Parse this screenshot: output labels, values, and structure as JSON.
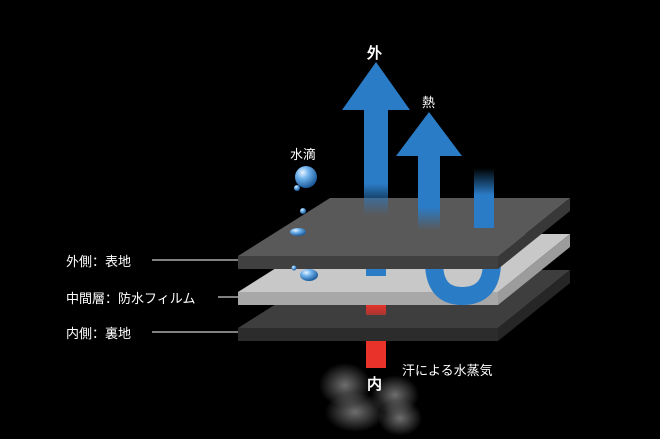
{
  "labels": {
    "outside": "外",
    "inside": "内",
    "heat": "熱",
    "water_droplet": "水滴",
    "sweat_vapor": "汗による水蒸気"
  },
  "layers": [
    {
      "label": "外側：表地",
      "color": "#595959"
    },
    {
      "label": "中間層：防水フィルム",
      "color": "#c8c8c8"
    },
    {
      "label": "内側：裏地",
      "color": "#3e3e3e"
    }
  ],
  "colors": {
    "arrow_blue": "#2b7cc6",
    "vapor_red": "#e8322a",
    "background": "#000000"
  }
}
